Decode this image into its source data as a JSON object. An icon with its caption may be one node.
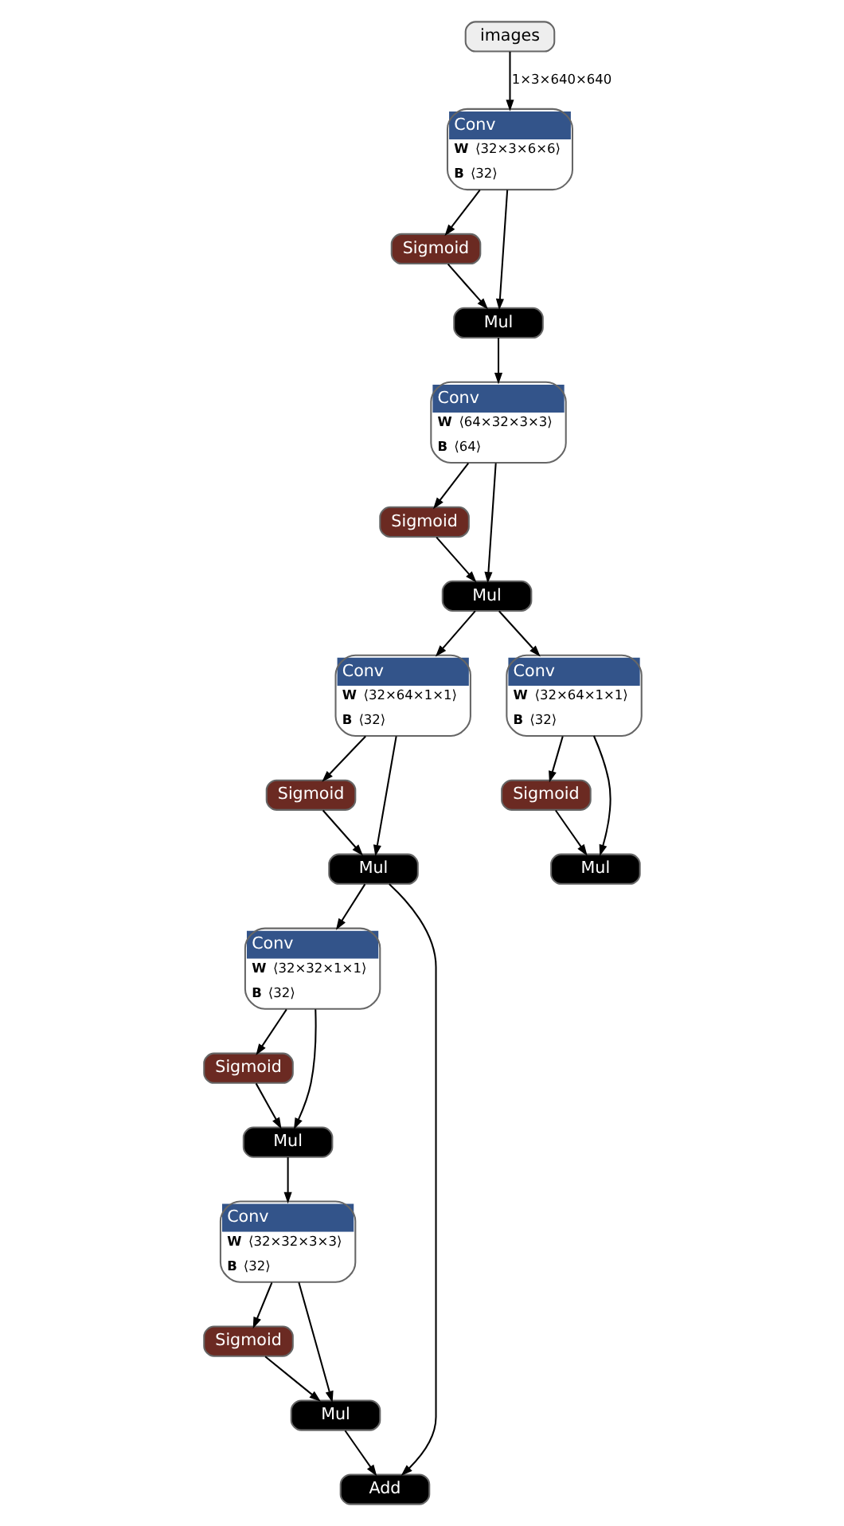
{
  "diagram": {
    "nodes": [
      {
        "text": [
          "images"
        ]
      },
      {
        "text": [
          "Conv",
          "W ⟨32×3×6×6⟩",
          "B ⟨32⟩"
        ]
      },
      {
        "text": [
          "Sigmoid"
        ]
      },
      {
        "text": [
          "Mul"
        ]
      },
      {
        "text": [
          "Conv",
          "W ⟨64×32×3×3⟩",
          "B ⟨64⟩"
        ]
      },
      {
        "text": [
          "Sigmoid"
        ]
      },
      {
        "text": [
          "Mul"
        ]
      },
      {
        "text": [
          "Conv",
          "W ⟨32×64×1×1⟩",
          "B ⟨32⟩"
        ]
      },
      {
        "text": [
          "Sigmoid"
        ]
      },
      {
        "text": [
          "Mul"
        ]
      },
      {
        "text": [
          "Conv",
          "W ⟨32×32×1×1⟩",
          "B ⟨32⟩"
        ]
      },
      {
        "text": [
          "Sigmoid"
        ]
      },
      {
        "text": [
          "Mul"
        ]
      },
      {
        "text": [
          "Conv",
          "W ⟨32×32×3×3⟩",
          "B ⟨32⟩"
        ]
      },
      {
        "text": [
          "Sigmoid"
        ]
      },
      {
        "text": [
          "Mul"
        ]
      },
      {
        "text": [
          "Add"
        ]
      },
      {
        "text": [
          "Conv",
          "W ⟨32×64×1×1⟩",
          "B ⟨32⟩"
        ]
      },
      {
        "text": [
          "Sigmoid"
        ]
      },
      {
        "text": [
          "Mul"
        ]
      }
    ],
    "edges": [
      {
        "from": 0,
        "to": 1,
        "arrow": "to",
        "label": "1×3×640×640"
      },
      {
        "from": 1,
        "to": 2,
        "arrow": "to"
      },
      {
        "from": 1,
        "to": 3,
        "arrow": "to"
      },
      {
        "from": 2,
        "to": 3,
        "arrow": "to"
      },
      {
        "from": 3,
        "to": 4,
        "arrow": "to"
      },
      {
        "from": 4,
        "to": 5,
        "arrow": "to"
      },
      {
        "from": 4,
        "to": 6,
        "arrow": "to"
      },
      {
        "from": 5,
        "to": 6,
        "arrow": "to"
      },
      {
        "from": 6,
        "to": 7,
        "arrow": "to"
      },
      {
        "from": 6,
        "to": 17,
        "arrow": "to"
      },
      {
        "from": 7,
        "to": 8,
        "arrow": "to"
      },
      {
        "from": 7,
        "to": 9,
        "arrow": "to"
      },
      {
        "from": 8,
        "to": 9,
        "arrow": "to"
      },
      {
        "from": 9,
        "to": 10,
        "arrow": "to"
      },
      {
        "from": 9,
        "to": 16,
        "arrow": "to"
      },
      {
        "from": 10,
        "to": 11,
        "arrow": "to"
      },
      {
        "from": 10,
        "to": 12,
        "arrow": "to"
      },
      {
        "from": 11,
        "to": 12,
        "arrow": "to"
      },
      {
        "from": 12,
        "to": 13,
        "arrow": "to"
      },
      {
        "from": 13,
        "to": 14,
        "arrow": "to"
      },
      {
        "from": 13,
        "to": 15,
        "arrow": "to"
      },
      {
        "from": 14,
        "to": 15,
        "arrow": "to"
      },
      {
        "from": 15,
        "to": 16,
        "arrow": "to"
      },
      {
        "from": 17,
        "to": 18,
        "arrow": "to"
      },
      {
        "from": 17,
        "to": 19,
        "arrow": "to"
      },
      {
        "from": 18,
        "to": 19,
        "arrow": "to"
      }
    ]
  }
}
